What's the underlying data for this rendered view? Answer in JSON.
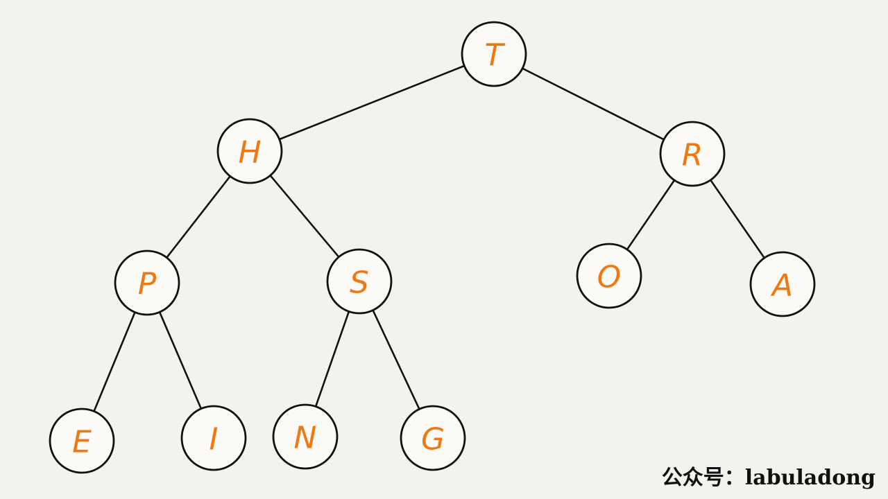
{
  "tree": {
    "nodes": [
      {
        "id": "T",
        "label": "T"
      },
      {
        "id": "H",
        "label": "H"
      },
      {
        "id": "R",
        "label": "R"
      },
      {
        "id": "P",
        "label": "P"
      },
      {
        "id": "S",
        "label": "S"
      },
      {
        "id": "O",
        "label": "O"
      },
      {
        "id": "A",
        "label": "A"
      },
      {
        "id": "E",
        "label": "E"
      },
      {
        "id": "I",
        "label": "I"
      },
      {
        "id": "N",
        "label": "N"
      },
      {
        "id": "G",
        "label": "G"
      }
    ],
    "edges": [
      [
        "T",
        "H"
      ],
      [
        "T",
        "R"
      ],
      [
        "H",
        "P"
      ],
      [
        "H",
        "S"
      ],
      [
        "R",
        "O"
      ],
      [
        "R",
        "A"
      ],
      [
        "P",
        "E"
      ],
      [
        "P",
        "I"
      ],
      [
        "S",
        "N"
      ],
      [
        "S",
        "G"
      ]
    ],
    "colors": {
      "label": "#f07812",
      "stroke": "#111111",
      "node_fill": "#fbfaf7",
      "background": "#f4f2ee"
    }
  },
  "watermark": {
    "text": "公众号：labuladong"
  }
}
